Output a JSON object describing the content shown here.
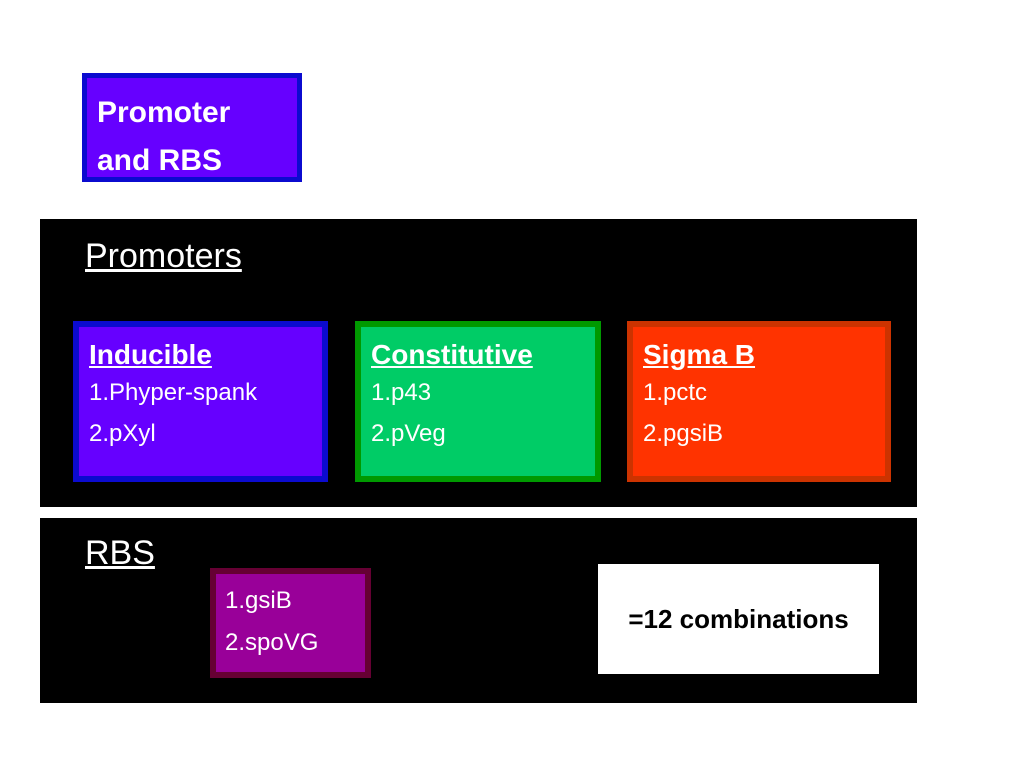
{
  "title_box": {
    "line1": "Promoter",
    "line2": "and RBS",
    "color": "#6600ff",
    "border_color": "#0b0bcf"
  },
  "promoters": {
    "heading": "Promoters",
    "cards": [
      {
        "title": "Inducible",
        "items": [
          "1.Phyper-spank",
          "2.pXyl"
        ],
        "color": "#6600ff",
        "border_color": "#0b0bcf"
      },
      {
        "title": "Constitutive",
        "items": [
          "1.p43",
          "2.pVeg"
        ],
        "color": "#00cc66",
        "border_color": "#009900"
      },
      {
        "title": "Sigma B",
        "items": [
          "1.pctc",
          "2.pgsiB"
        ],
        "color": "#ff3300",
        "border_color": "#cc3300"
      }
    ]
  },
  "rbs": {
    "heading": "RBS",
    "items": [
      "1.gsiB",
      "2.spoVG"
    ],
    "color": "#990099",
    "border_color": "#660033",
    "combinations": "=12 combinations"
  }
}
